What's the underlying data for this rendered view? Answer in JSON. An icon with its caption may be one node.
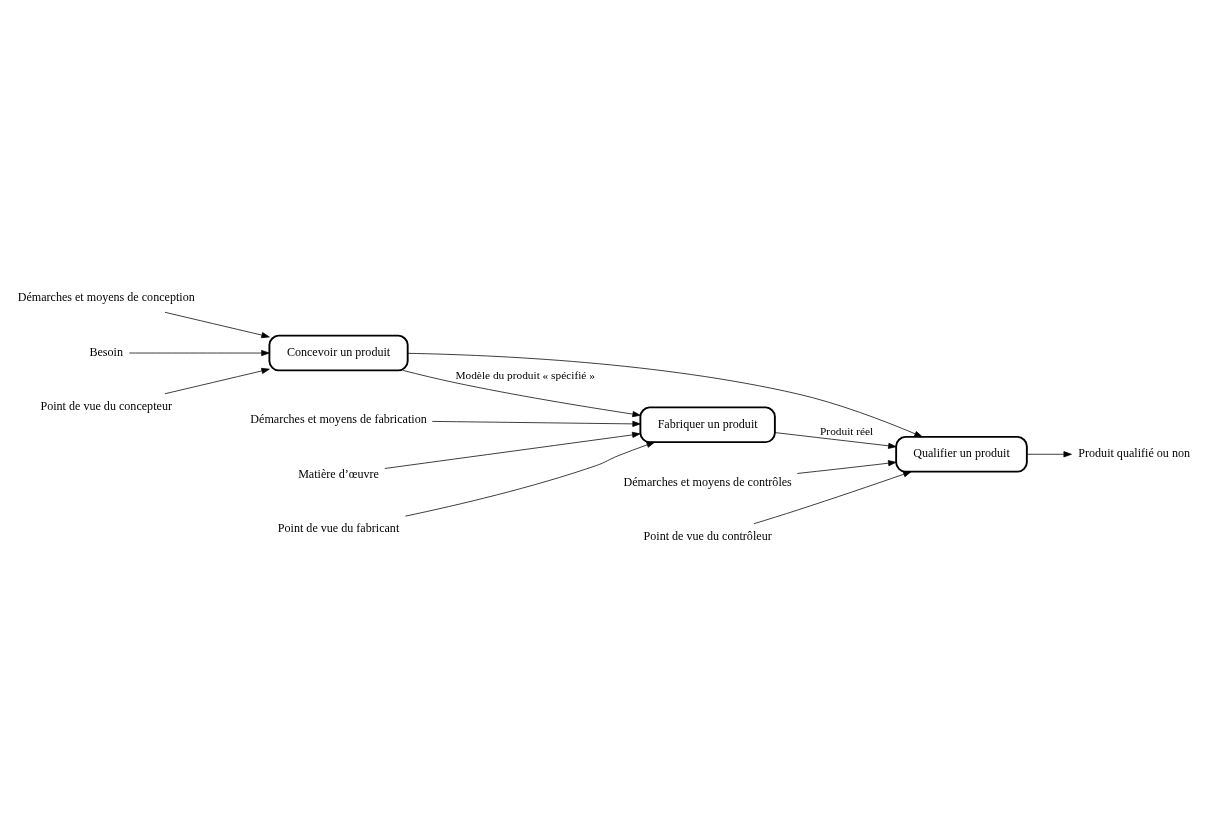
{
  "diagram": {
    "nodes": [
      {
        "text": [
          "Démarches et moyens de conception"
        ]
      },
      {
        "text": [
          "Démarches et moyens de fabrication"
        ]
      },
      {
        "text": [
          "Démarches et moyens de contrôles"
        ]
      },
      {
        "text": [
          "Besoin"
        ]
      },
      {
        "text": [
          "Concevoir un produit"
        ]
      },
      {
        "text": [
          "Point de vue du concepteur"
        ]
      },
      {
        "text": [
          "Matière d’œuvre"
        ]
      },
      {
        "text": [
          "Fabriquer un produit"
        ]
      },
      {
        "text": [
          "Point de vue du fabricant"
        ]
      },
      {
        "text": [
          "Produit qualifié ou non"
        ]
      },
      {
        "text": [
          "Qualifier un produit"
        ]
      },
      {
        "text": [
          "Point de vue du contrôleur"
        ]
      }
    ],
    "edges": [
      {
        "from": 0,
        "to": 4,
        "arrow": "to"
      },
      {
        "from": 3,
        "to": 4,
        "arrow": "to"
      },
      {
        "from": 5,
        "to": 4,
        "arrow": "to"
      },
      {
        "from": 4,
        "to": 7,
        "arrow": "to",
        "label": "Modèle du produit « spécifié »"
      },
      {
        "from": 4,
        "to": 10,
        "arrow": "to"
      },
      {
        "from": 1,
        "to": 7,
        "arrow": "to"
      },
      {
        "from": 6,
        "to": 7,
        "arrow": "to"
      },
      {
        "from": 8,
        "to": 7,
        "arrow": "to"
      },
      {
        "from": 7,
        "to": 10,
        "arrow": "to",
        "label": "Produit réel"
      },
      {
        "from": 2,
        "to": 10,
        "arrow": "to"
      },
      {
        "from": 11,
        "to": 10,
        "arrow": "to"
      },
      {
        "from": 10,
        "to": 9,
        "arrow": "to"
      }
    ]
  }
}
